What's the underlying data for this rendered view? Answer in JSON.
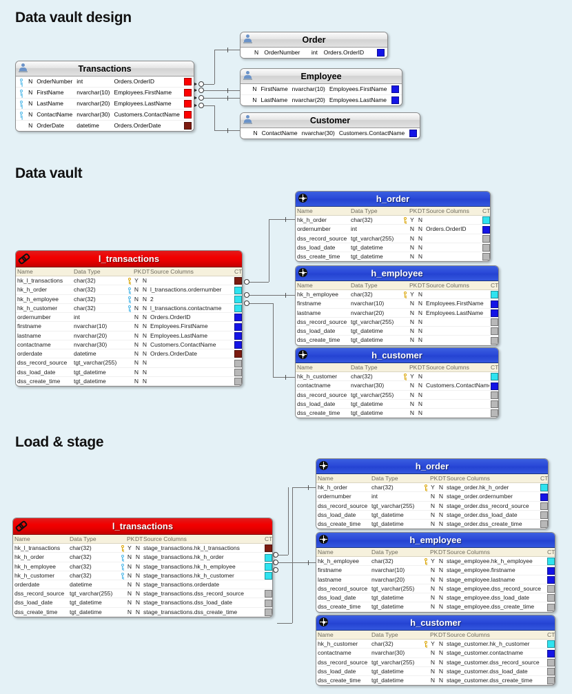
{
  "sections": [
    {
      "id": "s1",
      "title": "Data vault design"
    },
    {
      "id": "s2",
      "title": "Data vault"
    },
    {
      "id": "s3",
      "title": "Load & stage"
    }
  ],
  "colors": {
    "background": "#e4f1f6",
    "link_header": "#ea0000",
    "hub_header": "#2a49d8",
    "entity_header": "#d2d2d2",
    "grid_header": "#f6f1dd",
    "ct_dark_red": "#7c1b10",
    "ct_red": "#fd0000",
    "ct_blue": "#1414e6",
    "ct_cyan": "#2fe3f0",
    "ct_grey": "#b8b8b8"
  },
  "grid_headers": {
    "name": "Name",
    "data_type": "Data Type",
    "pk": "PK",
    "dt": "DT",
    "source_columns": "Source Columns",
    "ct": "CT"
  },
  "design": {
    "transactions": {
      "title": "Transactions",
      "icon": "person-icon",
      "rows": [
        {
          "key": "pk",
          "null": "N",
          "name": "OrderNumber",
          "type": "int",
          "source": "Orders.OrderID",
          "ct": "#fd0000"
        },
        {
          "key": "pk",
          "null": "N",
          "name": "FirstName",
          "type": "nvarchar(10)",
          "source": "Employees.FirstName",
          "ct": "#fd0000"
        },
        {
          "key": "pk",
          "null": "N",
          "name": "LastName",
          "type": "nvarchar(20)",
          "source": "Employees.LastName",
          "ct": "#fd0000"
        },
        {
          "key": "pk",
          "null": "N",
          "name": "ContactName",
          "type": "nvarchar(30)",
          "source": "Customers.ContactName",
          "ct": "#fd0000"
        },
        {
          "key": "",
          "null": "N",
          "name": "OrderDate",
          "type": "datetime",
          "source": "Orders.OrderDate",
          "ct": "#7c1b10"
        }
      ]
    },
    "order": {
      "title": "Order",
      "icon": "person-icon",
      "rows": [
        {
          "key": "",
          "null": "N",
          "name": "OrderNumber",
          "type": "int",
          "source": "Orders.OrderID",
          "ct": "#1414e6"
        }
      ]
    },
    "employee": {
      "title": "Employee",
      "icon": "person-icon",
      "rows": [
        {
          "key": "",
          "null": "N",
          "name": "FirstName",
          "type": "nvarchar(10)",
          "source": "Employees.FirstName",
          "ct": "#1414e6"
        },
        {
          "key": "",
          "null": "N",
          "name": "LastName",
          "type": "nvarchar(20)",
          "source": "Employees.LastName",
          "ct": "#1414e6"
        }
      ]
    },
    "customer": {
      "title": "Customer",
      "icon": "person-icon",
      "rows": [
        {
          "key": "",
          "null": "N",
          "name": "ContactName",
          "type": "nvarchar(30)",
          "source": "Customers.ContactName",
          "ct": "#1414e6"
        }
      ]
    }
  },
  "vault": {
    "l_transactions": {
      "title": "l_transactions",
      "icon": "chain-icon",
      "rows": [
        {
          "key": "gold",
          "name": "hk_l_transactions",
          "type": "char(32)",
          "pk": "Y",
          "dt": "N",
          "source": "",
          "ct": "#7c1b10"
        },
        {
          "key": "blue",
          "name": "hk_h_order",
          "type": "char(32)",
          "pk": "N",
          "dt": "N",
          "source": "l_transactions.ordernumber",
          "ct": "#2fe3f0"
        },
        {
          "key": "blue",
          "name": "hk_h_employee",
          "type": "char(32)",
          "pk": "N",
          "dt": "N",
          "source": "2",
          "ct": "#2fe3f0"
        },
        {
          "key": "blue",
          "name": "hk_h_customer",
          "type": "char(32)",
          "pk": "N",
          "dt": "N",
          "source": "l_transactions.contactname",
          "ct": "#2fe3f0"
        },
        {
          "key": "",
          "name": "ordernumber",
          "type": "int",
          "pk": "N",
          "dt": "N",
          "source": "Orders.OrderID",
          "ct": "#1414e6"
        },
        {
          "key": "",
          "name": "firstname",
          "type": "nvarchar(10)",
          "pk": "N",
          "dt": "N",
          "source": "Employees.FirstName",
          "ct": "#1414e6"
        },
        {
          "key": "",
          "name": "lastname",
          "type": "nvarchar(20)",
          "pk": "N",
          "dt": "N",
          "source": "Employees.LastName",
          "ct": "#1414e6"
        },
        {
          "key": "",
          "name": "contactname",
          "type": "nvarchar(30)",
          "pk": "N",
          "dt": "N",
          "source": "Customers.ContactName",
          "ct": "#1414e6"
        },
        {
          "key": "",
          "name": "orderdate",
          "type": "datetime",
          "pk": "N",
          "dt": "N",
          "source": "Orders.OrderDate",
          "ct": "#7c1b10"
        },
        {
          "key": "",
          "name": "dss_record_source",
          "type": "tgt_varchar(255)",
          "pk": "N",
          "dt": "N",
          "source": "",
          "ct": "#b8b8b8"
        },
        {
          "key": "",
          "name": "dss_load_date",
          "type": "tgt_datetime",
          "pk": "N",
          "dt": "N",
          "source": "",
          "ct": "#b8b8b8"
        },
        {
          "key": "",
          "name": "dss_create_time",
          "type": "tgt_datetime",
          "pk": "N",
          "dt": "N",
          "source": "",
          "ct": "#b8b8b8"
        }
      ]
    },
    "h_order": {
      "title": "h_order",
      "icon": "hub-icon",
      "rows": [
        {
          "key": "gold",
          "name": "hk_h_order",
          "type": "char(32)",
          "pk": "Y",
          "dt": "N",
          "source": "",
          "ct": "#2fe3f0"
        },
        {
          "key": "",
          "name": "ordernumber",
          "type": "int",
          "pk": "N",
          "dt": "N",
          "source": "Orders.OrderID",
          "ct": "#1414e6"
        },
        {
          "key": "",
          "name": "dss_record_source",
          "type": "tgt_varchar(255)",
          "pk": "N",
          "dt": "N",
          "source": "",
          "ct": "#b8b8b8"
        },
        {
          "key": "",
          "name": "dss_load_date",
          "type": "tgt_datetime",
          "pk": "N",
          "dt": "N",
          "source": "",
          "ct": "#b8b8b8"
        },
        {
          "key": "",
          "name": "dss_create_time",
          "type": "tgt_datetime",
          "pk": "N",
          "dt": "N",
          "source": "",
          "ct": "#b8b8b8"
        }
      ]
    },
    "h_employee": {
      "title": "h_employee",
      "icon": "hub-icon",
      "rows": [
        {
          "key": "gold",
          "name": "hk_h_employee",
          "type": "char(32)",
          "pk": "Y",
          "dt": "N",
          "source": "",
          "ct": "#2fe3f0"
        },
        {
          "key": "",
          "name": "firstname",
          "type": "nvarchar(10)",
          "pk": "N",
          "dt": "N",
          "source": "Employees.FirstName",
          "ct": "#1414e6"
        },
        {
          "key": "",
          "name": "lastname",
          "type": "nvarchar(20)",
          "pk": "N",
          "dt": "N",
          "source": "Employees.LastName",
          "ct": "#1414e6"
        },
        {
          "key": "",
          "name": "dss_record_source",
          "type": "tgt_varchar(255)",
          "pk": "N",
          "dt": "N",
          "source": "",
          "ct": "#b8b8b8"
        },
        {
          "key": "",
          "name": "dss_load_date",
          "type": "tgt_datetime",
          "pk": "N",
          "dt": "N",
          "source": "",
          "ct": "#b8b8b8"
        },
        {
          "key": "",
          "name": "dss_create_time",
          "type": "tgt_datetime",
          "pk": "N",
          "dt": "N",
          "source": "",
          "ct": "#b8b8b8"
        }
      ]
    },
    "h_customer": {
      "title": "h_customer",
      "icon": "hub-icon",
      "rows": [
        {
          "key": "gold",
          "name": "hk_h_customer",
          "type": "char(32)",
          "pk": "Y",
          "dt": "N",
          "source": "",
          "ct": "#2fe3f0"
        },
        {
          "key": "",
          "name": "contactname",
          "type": "nvarchar(30)",
          "pk": "N",
          "dt": "N",
          "source": "Customers.ContactName",
          "ct": "#1414e6"
        },
        {
          "key": "",
          "name": "dss_record_source",
          "type": "tgt_varchar(255)",
          "pk": "N",
          "dt": "N",
          "source": "",
          "ct": "#b8b8b8"
        },
        {
          "key": "",
          "name": "dss_load_date",
          "type": "tgt_datetime",
          "pk": "N",
          "dt": "N",
          "source": "",
          "ct": "#b8b8b8"
        },
        {
          "key": "",
          "name": "dss_create_time",
          "type": "tgt_datetime",
          "pk": "N",
          "dt": "N",
          "source": "",
          "ct": "#b8b8b8"
        }
      ]
    }
  },
  "stage": {
    "l_transactions": {
      "title": "l_transactions",
      "icon": "chain-icon",
      "rows": [
        {
          "key": "gold",
          "name": "hk_l_transactions",
          "type": "char(32)",
          "pk": "Y",
          "dt": "N",
          "source": "stage_transactions.hk_l_transactions",
          "ct": "#7c1b10"
        },
        {
          "key": "blue",
          "name": "hk_h_order",
          "type": "char(32)",
          "pk": "N",
          "dt": "N",
          "source": "stage_transactions.hk_h_order",
          "ct": "#2fe3f0"
        },
        {
          "key": "blue",
          "name": "hk_h_employee",
          "type": "char(32)",
          "pk": "N",
          "dt": "N",
          "source": "stage_transactions.hk_h_employee",
          "ct": "#2fe3f0"
        },
        {
          "key": "blue",
          "name": "hk_h_customer",
          "type": "char(32)",
          "pk": "N",
          "dt": "N",
          "source": "stage_transactions.hk_h_customer",
          "ct": "#2fe3f0"
        },
        {
          "key": "",
          "name": "orderdate",
          "type": "datetime",
          "pk": "N",
          "dt": "N",
          "source": "stage_transactions.orderdate",
          "ct": ""
        },
        {
          "key": "",
          "name": "dss_record_source",
          "type": "tgt_varchar(255)",
          "pk": "N",
          "dt": "N",
          "source": "stage_transactions.dss_record_source",
          "ct": "#b8b8b8"
        },
        {
          "key": "",
          "name": "dss_load_date",
          "type": "tgt_datetime",
          "pk": "N",
          "dt": "N",
          "source": "stage_transactions.dss_load_date",
          "ct": "#b8b8b8"
        },
        {
          "key": "",
          "name": "dss_create_time",
          "type": "tgt_datetime",
          "pk": "N",
          "dt": "N",
          "source": "stage_transactions.dss_create_time",
          "ct": "#b8b8b8"
        }
      ]
    },
    "h_order": {
      "title": "h_order",
      "icon": "hub-icon",
      "rows": [
        {
          "key": "gold",
          "name": "hk_h_order",
          "type": "char(32)",
          "pk": "Y",
          "dt": "N",
          "source": "stage_order.hk_h_order",
          "ct": "#2fe3f0"
        },
        {
          "key": "",
          "name": "ordernumber",
          "type": "int",
          "pk": "N",
          "dt": "N",
          "source": "stage_order.ordernumber",
          "ct": "#1414e6"
        },
        {
          "key": "",
          "name": "dss_record_source",
          "type": "tgt_varchar(255)",
          "pk": "N",
          "dt": "N",
          "source": "stage_order.dss_record_source",
          "ct": "#b8b8b8"
        },
        {
          "key": "",
          "name": "dss_load_date",
          "type": "tgt_datetime",
          "pk": "N",
          "dt": "N",
          "source": "stage_order.dss_load_date",
          "ct": "#b8b8b8"
        },
        {
          "key": "",
          "name": "dss_create_time",
          "type": "tgt_datetime",
          "pk": "N",
          "dt": "N",
          "source": "stage_order.dss_create_time",
          "ct": "#b8b8b8"
        }
      ]
    },
    "h_employee": {
      "title": "h_employee",
      "icon": "hub-icon",
      "rows": [
        {
          "key": "gold",
          "name": "hk_h_employee",
          "type": "char(32)",
          "pk": "Y",
          "dt": "N",
          "source": "stage_employee.hk_h_employee",
          "ct": "#2fe3f0"
        },
        {
          "key": "",
          "name": "firstname",
          "type": "nvarchar(10)",
          "pk": "N",
          "dt": "N",
          "source": "stage_employee.firstname",
          "ct": "#1414e6"
        },
        {
          "key": "",
          "name": "lastname",
          "type": "nvarchar(20)",
          "pk": "N",
          "dt": "N",
          "source": "stage_employee.lastname",
          "ct": "#1414e6"
        },
        {
          "key": "",
          "name": "dss_record_source",
          "type": "tgt_varchar(255)",
          "pk": "N",
          "dt": "N",
          "source": "stage_employee.dss_record_source",
          "ct": "#b8b8b8"
        },
        {
          "key": "",
          "name": "dss_load_date",
          "type": "tgt_datetime",
          "pk": "N",
          "dt": "N",
          "source": "stage_employee.dss_load_date",
          "ct": "#b8b8b8"
        },
        {
          "key": "",
          "name": "dss_create_time",
          "type": "tgt_datetime",
          "pk": "N",
          "dt": "N",
          "source": "stage_employee.dss_create_time",
          "ct": "#b8b8b8"
        }
      ]
    },
    "h_customer": {
      "title": "h_customer",
      "icon": "hub-icon",
      "rows": [
        {
          "key": "gold",
          "name": "hk_h_customer",
          "type": "char(32)",
          "pk": "Y",
          "dt": "N",
          "source": "stage_customer.hk_h_customer",
          "ct": "#2fe3f0"
        },
        {
          "key": "",
          "name": "contactname",
          "type": "nvarchar(30)",
          "pk": "N",
          "dt": "N",
          "source": "stage_customer.contactname",
          "ct": "#1414e6"
        },
        {
          "key": "",
          "name": "dss_record_source",
          "type": "tgt_varchar(255)",
          "pk": "N",
          "dt": "N",
          "source": "stage_customer.dss_record_source",
          "ct": "#b8b8b8"
        },
        {
          "key": "",
          "name": "dss_load_date",
          "type": "tgt_datetime",
          "pk": "N",
          "dt": "N",
          "source": "stage_customer.dss_load_date",
          "ct": "#b8b8b8"
        },
        {
          "key": "",
          "name": "dss_create_time",
          "type": "tgt_datetime",
          "pk": "N",
          "dt": "N",
          "source": "stage_customer.dss_create_time",
          "ct": "#b8b8b8"
        }
      ]
    }
  }
}
